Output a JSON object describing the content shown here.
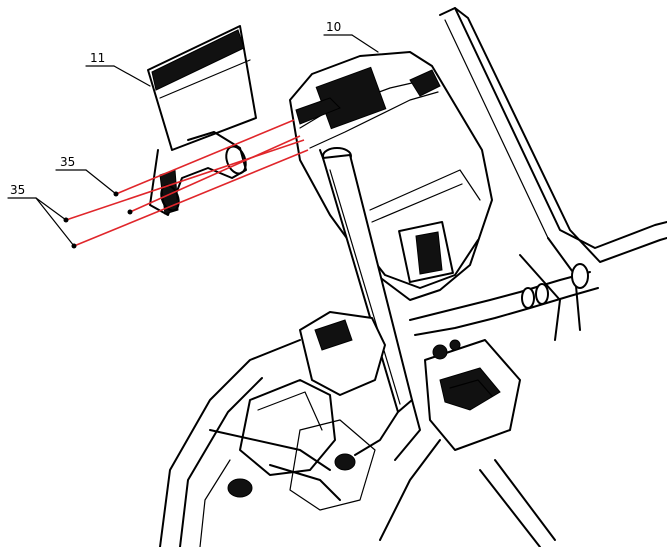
{
  "callouts": [
    {
      "label": "10",
      "part": "console"
    },
    {
      "label": "11",
      "part": "tablet-holder"
    },
    {
      "label": "35",
      "part": "screw-upper"
    },
    {
      "label": "35",
      "part": "screw-lower"
    }
  ],
  "colors": {
    "line_art": "#000000",
    "assembly_lines": "#e0262b",
    "background": "#ffffff"
  }
}
